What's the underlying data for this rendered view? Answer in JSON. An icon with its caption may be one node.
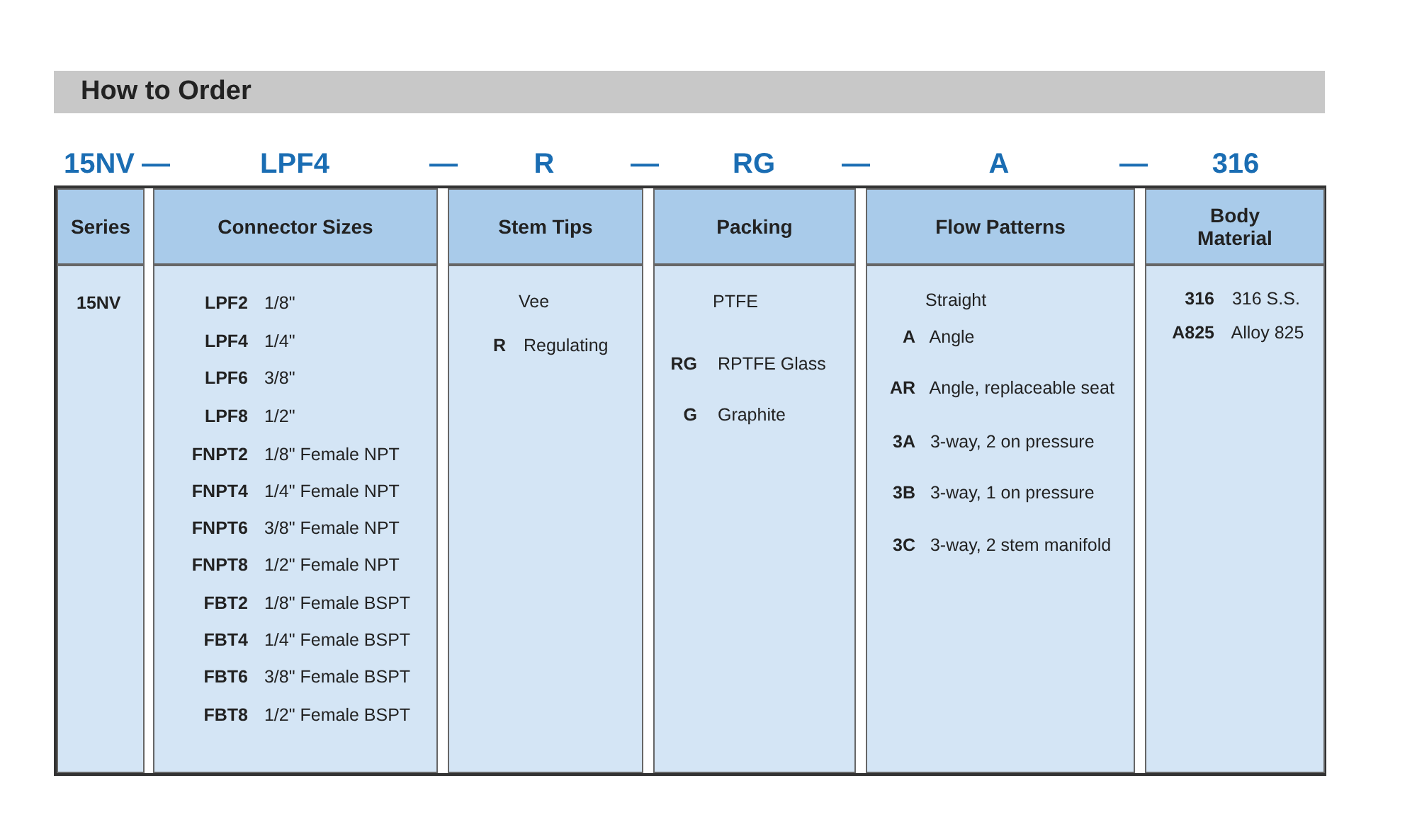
{
  "diagram": {
    "title": "How to Order",
    "nodes": [
      {
        "text": [
          "Series"
        ]
      },
      {
        "text": [
          "15NV"
        ]
      },
      {
        "text": [
          "Connector Sizes"
        ]
      },
      {
        "text": [
          "**LPF2** 1/8\"",
          "**LPF4** 1/4\"",
          "**LPF6** 3/8\"",
          "**LPF8** 1/2\"",
          "**FNPT2** 1/8\" Female NPT",
          "**FNPT4** 1/4\" Female NPT",
          "**FNPT6** 3/8\" Female NPT",
          "**FNPT8** 1/2\" Female NPT",
          "**FBT2** 1/8\" Female BSPT",
          "**FBT4** 1/4\" Female BSPT",
          "**FBT6** 3/8\" Female BSPT",
          "**FBT8** 1/2\" Female BSPT"
        ]
      },
      {
        "text": [
          "Stem Tips"
        ]
      },
      {
        "text": [
          "Vee",
          "**R** Regulating"
        ]
      },
      {
        "text": [
          "Packing"
        ]
      },
      {
        "text": [
          "PTFE",
          "**RG** RPTFE Glass",
          "**G** Graphite"
        ]
      },
      {
        "text": [
          "Flow Patterns"
        ]
      },
      {
        "text": [
          "Straight",
          "**A** Angle",
          "**AR** Angle, replaceable seat",
          "**3A** 3-way, 2 on pressure",
          "**3B** 3-way, 1 on pressure",
          "**3C** 3-way, 2 stem manifold"
        ]
      },
      {
        "text": [
          "Body Material"
        ]
      },
      {
        "text": [
          "**316** 316 S.S.",
          "**A825** Alloy 825"
        ]
      }
    ],
    "labels": [
      "15NV",
      "—",
      "LPF4",
      "—",
      "R",
      "—",
      "RG",
      "—",
      "A",
      "—",
      "316"
    ]
  }
}
